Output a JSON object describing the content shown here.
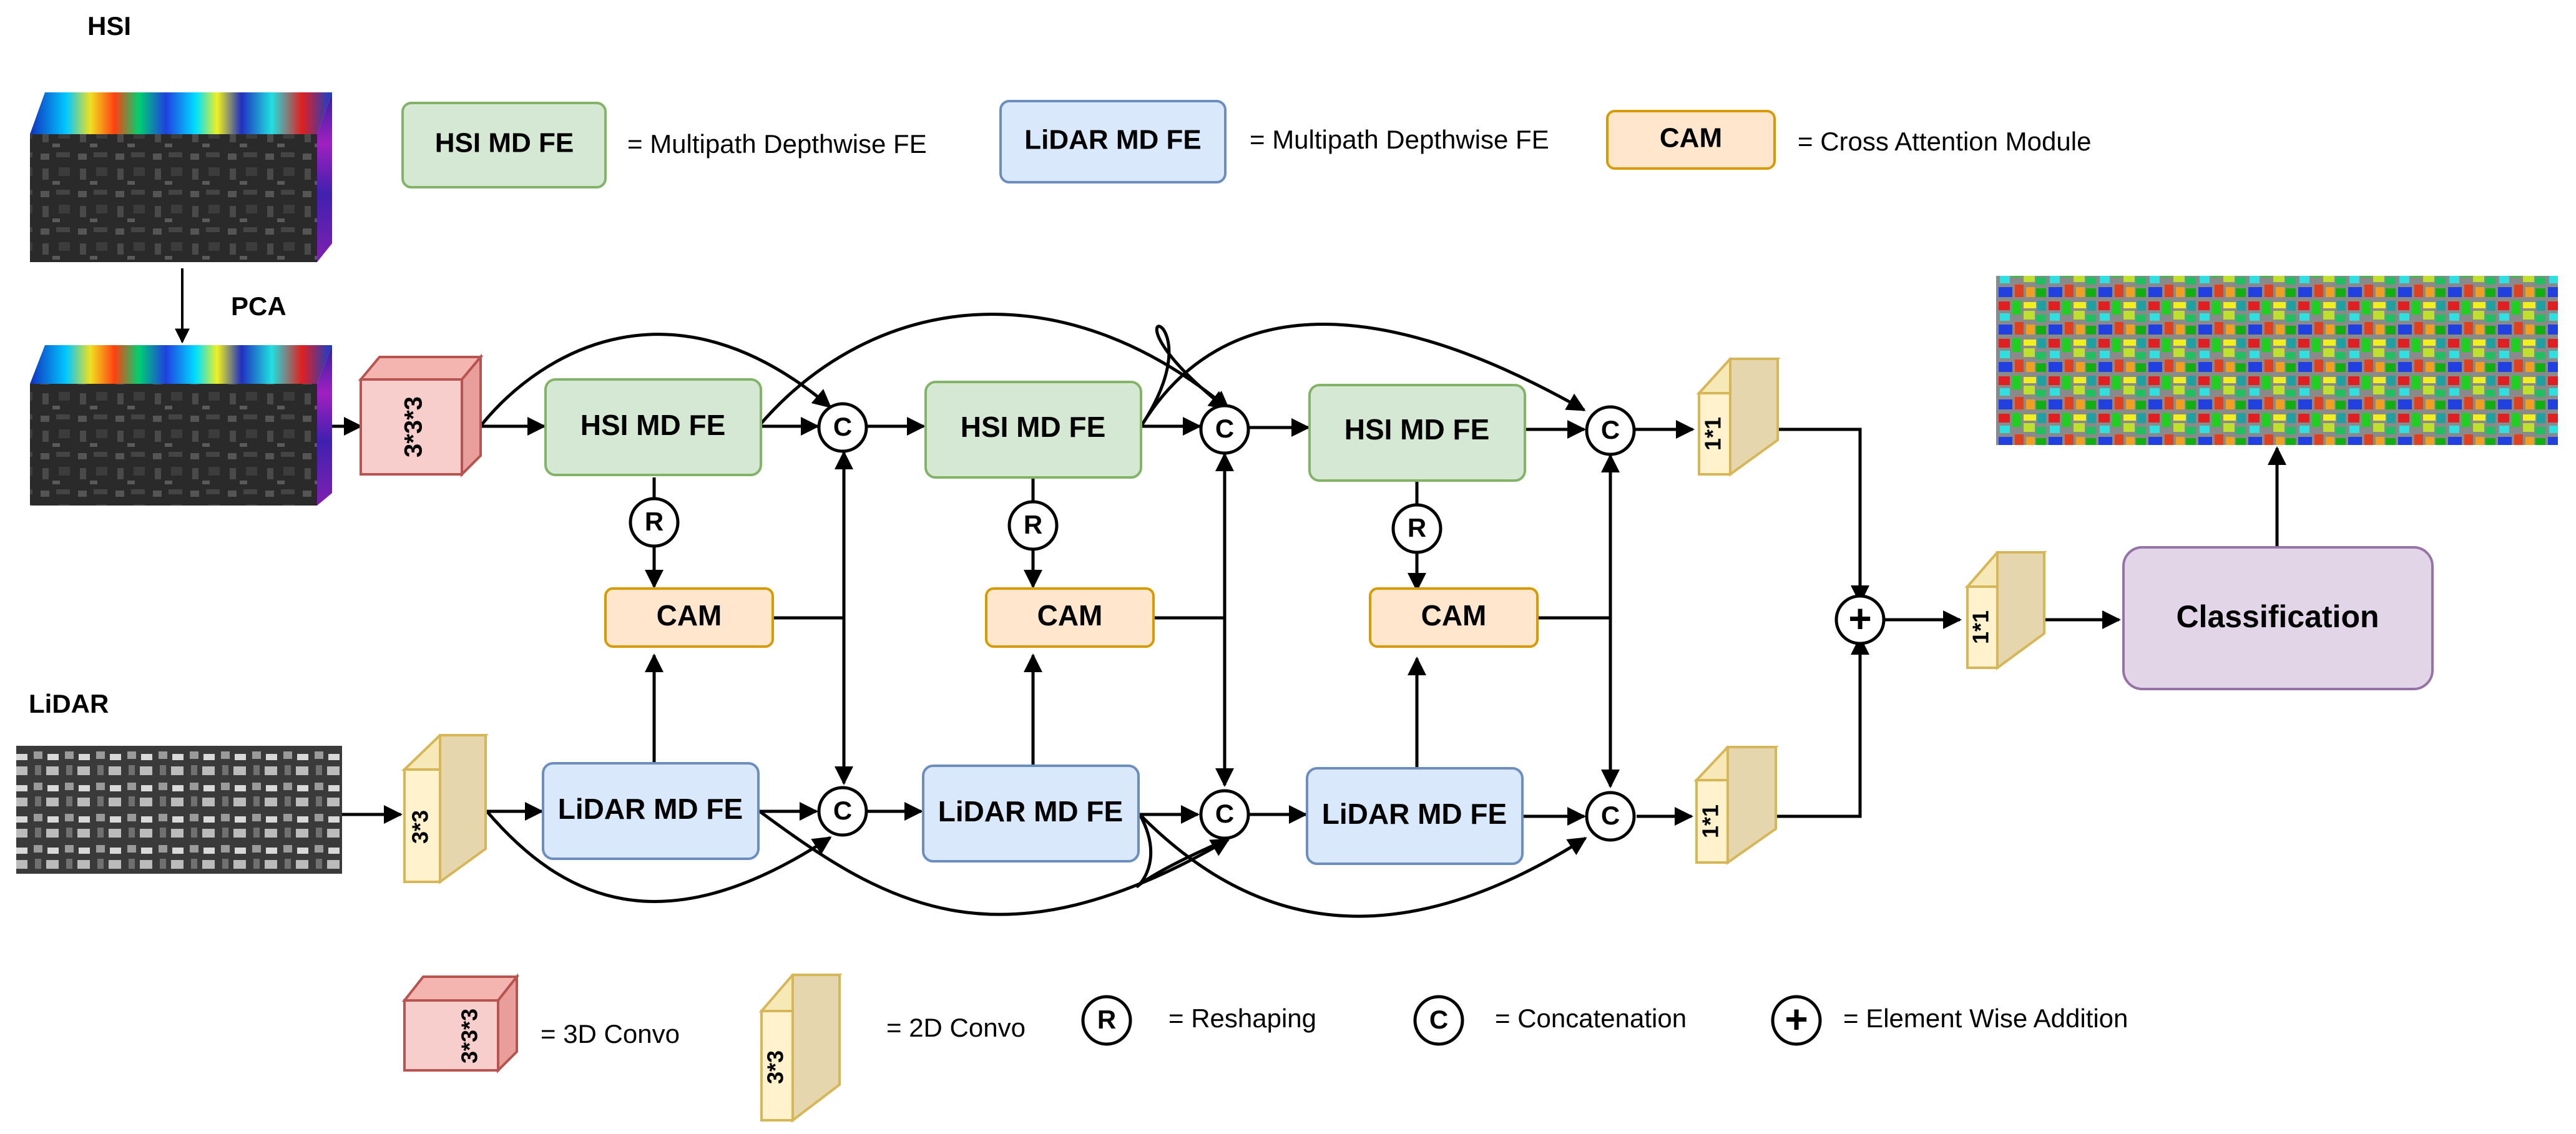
{
  "inputs": {
    "hsi_label": "HSI",
    "pca_label": "PCA",
    "lidar_label": "LiDAR"
  },
  "legend_top": {
    "hsi_box": "HSI MD FE",
    "hsi_desc": "= Multipath Depthwise FE",
    "lidar_box": "LiDAR MD FE",
    "lidar_desc": "= Multipath Depthwise FE",
    "cam_box": "CAM",
    "cam_desc": "= Cross Attention Module"
  },
  "blocks": {
    "conv3d": "3*3*3",
    "conv2d": "3*3",
    "conv1x1": "1*1",
    "hsi_fe": "HSI MD FE",
    "lidar_fe": "LiDAR MD FE",
    "cam": "CAM",
    "reshape": "R",
    "concat": "C",
    "add": "+",
    "classification": "Classification"
  },
  "legend_bottom": {
    "conv3d_desc": "= 3D Convo",
    "conv2d_desc": "= 2D Convo",
    "reshape_symbol": "R",
    "reshape_desc": "= Reshaping",
    "concat_symbol": "C",
    "concat_desc": "= Concatenation",
    "add_desc": "= Element Wise Addition"
  },
  "colors": {
    "hsi_fill": "#d5e8d4",
    "hsi_stroke": "#82b366",
    "lidar_fill": "#dae8fc",
    "lidar_stroke": "#6c8ebf",
    "cam_fill": "#ffe6cc",
    "cam_stroke": "#d79b00",
    "class_fill": "#e1d5e7",
    "class_stroke": "#9673a6",
    "conv3d_fill": "#f8cecc",
    "conv3d_stroke": "#b85450",
    "conv2d_fill": "#fff2cc",
    "conv2d_stroke": "#d6b656"
  }
}
